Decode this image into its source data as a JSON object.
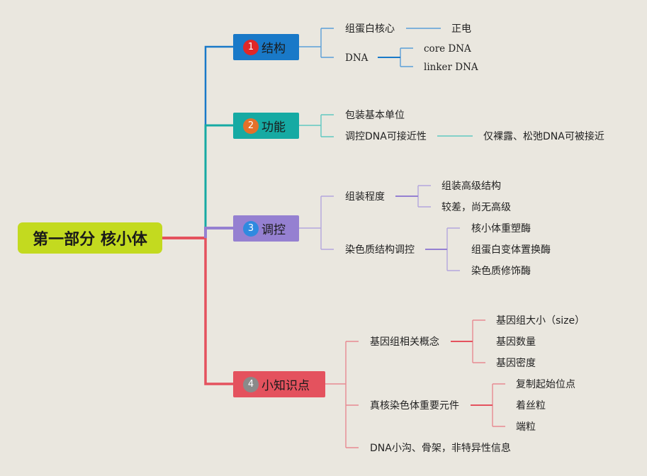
{
  "root": {
    "title": "第一部分 核小体"
  },
  "colors": {
    "root": "#c3da1f",
    "b1": "#1979c8",
    "b2": "#16aaa3",
    "b3": "#9580d1",
    "b4": "#e4525e",
    "badge1": "#e02727",
    "badge2": "#e4702a",
    "badge3": "#2f8ae0",
    "badge4": "#8a8a8a"
  },
  "branches": [
    {
      "num": "1",
      "label": "结构"
    },
    {
      "num": "2",
      "label": "功能"
    },
    {
      "num": "3",
      "label": "调控"
    },
    {
      "num": "4",
      "label": "小知识点"
    }
  ],
  "structure": {
    "histone_core": "组蛋白核心",
    "positive": "正电",
    "dna": "DNA",
    "core_dna": "core DNA",
    "linker_dna": "linker DNA"
  },
  "function": {
    "package_unit": "包装基本单位",
    "accessibility": "调控DNA可接近性",
    "accessibility_note": "仅裸露、松弛DNA可被接近"
  },
  "regulation": {
    "assembly_level": "组装程度",
    "high_level": "组装高级结构",
    "low_level": "较差，尚无高级",
    "chromatin_reg": "染色质结构调控",
    "remodeling": "核小体重塑酶",
    "variant": "组蛋白变体置换酶",
    "modification": "染色质修饰酶"
  },
  "knowledge": {
    "genome_concepts": "基因组相关概念",
    "genome_size": "基因组大小（size）",
    "gene_number": "基因数量",
    "gene_density": "基因密度",
    "eukaryote_elements": "真核染色体重要元件",
    "origin": "复制起始位点",
    "centromere": "着丝粒",
    "telomere": "端粒",
    "groove": "DNA小沟、骨架，非特异性信息"
  }
}
